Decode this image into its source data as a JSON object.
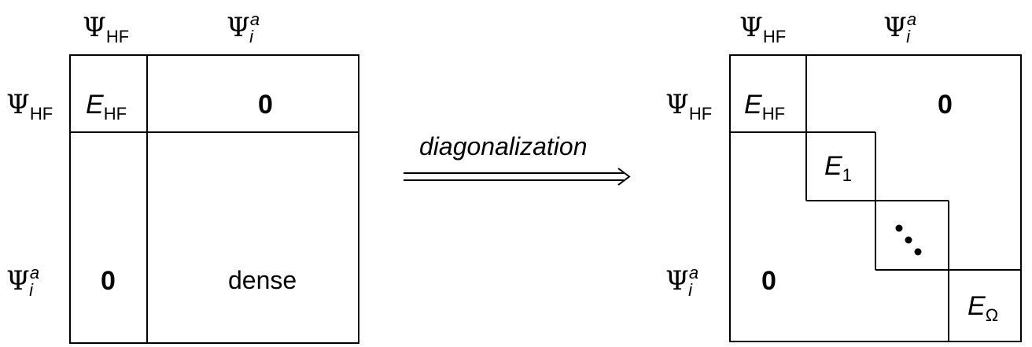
{
  "left": {
    "col_headers": [
      {
        "base": "Ψ",
        "sub": "HF"
      },
      {
        "base": "Ψ",
        "sup": "a",
        "sub_i": "i"
      }
    ],
    "row_headers": [
      {
        "base": "Ψ",
        "sub": "HF"
      },
      {
        "base": "Ψ",
        "sup": "a",
        "sub_i": "i"
      }
    ],
    "cells": {
      "top_left": {
        "base": "E",
        "sub": "HF"
      },
      "top_right": "0",
      "bottom_left": "0",
      "bottom_right": "dense"
    }
  },
  "transform": {
    "label": "diagonalization",
    "arrow": "double-right-arrow"
  },
  "right": {
    "col_headers": [
      {
        "base": "Ψ",
        "sub": "HF"
      },
      {
        "base": "Ψ",
        "sup": "a",
        "sub_i": "i"
      }
    ],
    "row_headers": [
      {
        "base": "Ψ",
        "sub": "HF"
      },
      {
        "base": "Ψ",
        "sup": "a",
        "sub_i": "i"
      }
    ],
    "cells": {
      "top_left": {
        "base": "E",
        "sub": "HF"
      },
      "upper_zero": "0",
      "lower_zero": "0",
      "e1": {
        "base": "E",
        "sub": "1"
      },
      "eomega": {
        "base": "E",
        "sub": "Ω"
      }
    }
  }
}
